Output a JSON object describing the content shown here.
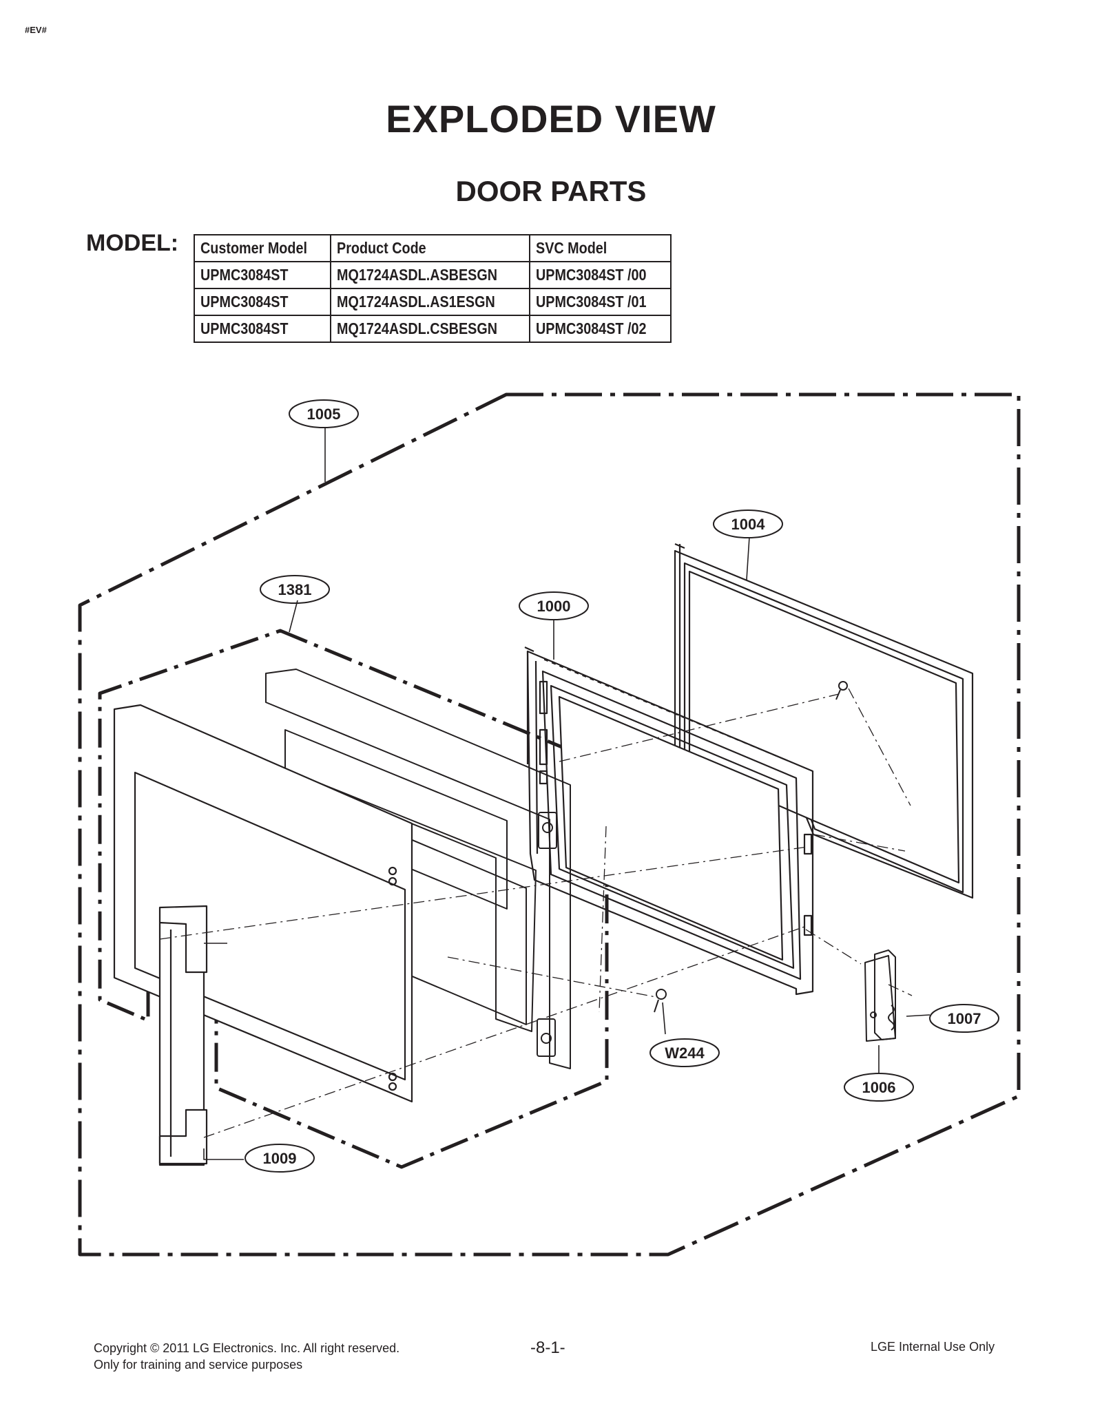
{
  "header": {
    "tag": "#EV#",
    "title": "EXPLODED VIEW",
    "subtitle": "DOOR PARTS"
  },
  "model_label": "MODEL:",
  "model_table": {
    "columns": [
      "Customer Model",
      "Product Code",
      "SVC Model"
    ],
    "rows": [
      [
        "UPMC3084ST",
        "MQ1724ASDL.ASBESGN",
        "UPMC3084ST /00"
      ],
      [
        "UPMC3084ST",
        "MQ1724ASDL.AS1ESGN",
        "UPMC3084ST /01"
      ],
      [
        "UPMC3084ST",
        "MQ1724ASDL.CSBESGN",
        "UPMC3084ST /02"
      ]
    ]
  },
  "callouts": [
    "1005",
    "1004",
    "1381",
    "1000",
    "1007",
    "W244",
    "1006",
    "1009"
  ],
  "footer": {
    "copyright": "Copyright © 2011 LG Electronics. Inc. All right reserved.",
    "purpose": "Only for training and service purposes",
    "page": "-8-1-",
    "internal": "LGE Internal Use Only"
  }
}
